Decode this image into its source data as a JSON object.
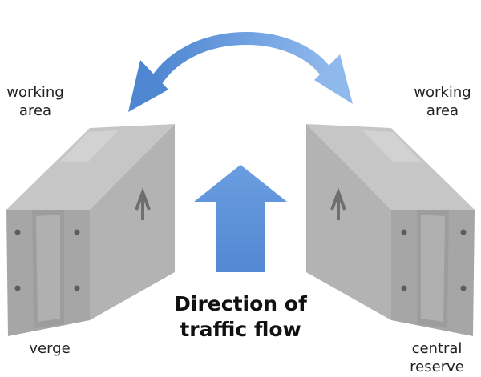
{
  "labels": {
    "working_area_left": "working area",
    "working_area_right": "working area",
    "verge": "verge",
    "central_reserve": "central reserve"
  },
  "caption": {
    "line1": "Direction of",
    "line2": "traffic flow"
  },
  "colors": {
    "arrow": "#5a8fd6",
    "arrow_light": "#8db6ea",
    "barrier_top": "#c4c4c4",
    "barrier_front": "#a8a8a8",
    "barrier_side": "#b6b6b6"
  },
  "icons": {
    "barrier_left": "concrete-barrier-icon",
    "barrier_right": "concrete-barrier-icon",
    "flow_arrow": "up-arrow-icon",
    "swap_arrow": "curved-double-arrow-icon"
  }
}
